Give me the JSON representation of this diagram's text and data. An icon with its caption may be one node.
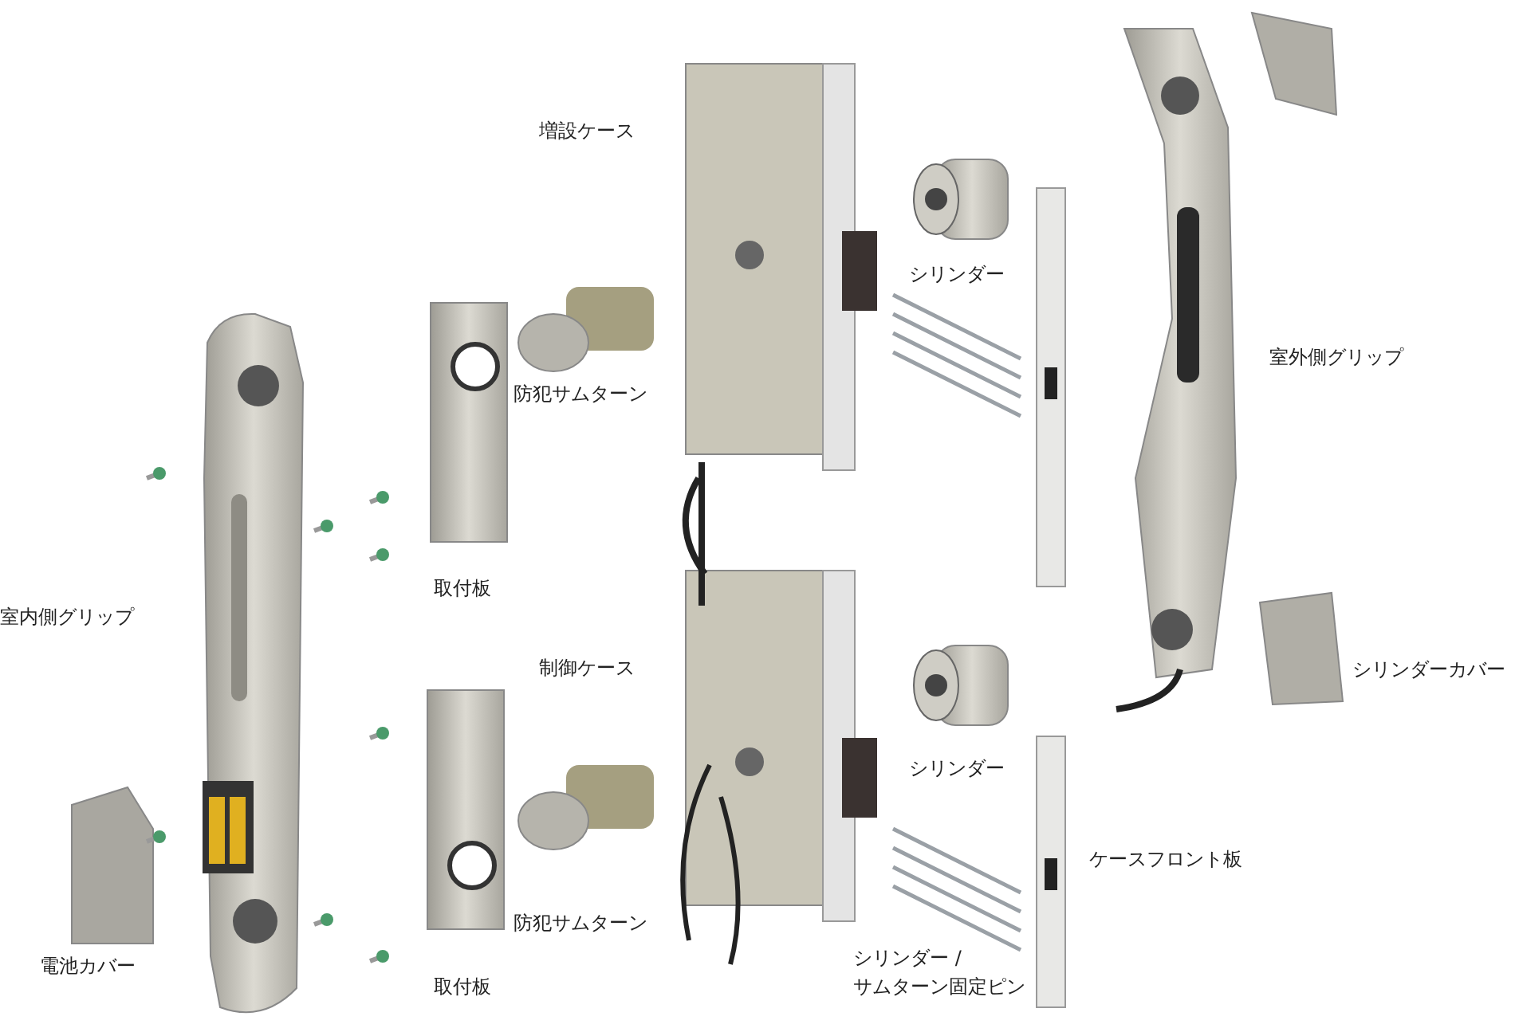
{
  "diagram": {
    "labels": [
      "増設ケース",
      "シリンダー",
      "室外側グリップ",
      "防犯サムターン",
      "取付板",
      "室内側グリップ",
      "制御ケース",
      "シリンダーカバー",
      "シリンダー",
      "ケースフロント板",
      "防犯サムターン",
      "電池カバー",
      "シリンダー / サムターン固定ピン",
      "取付板"
    ]
  }
}
